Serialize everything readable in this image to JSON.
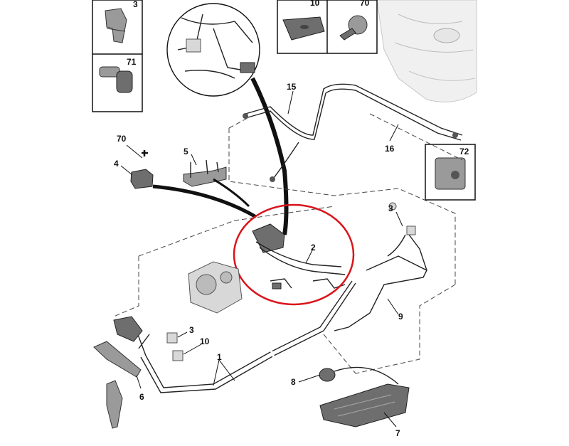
{
  "callouts": {
    "c1": "1",
    "c2": "2",
    "c3_top": "3",
    "c3_right": "3",
    "c3_left": "3",
    "c4": "4",
    "c5": "5",
    "c6": "6",
    "c7": "7",
    "c8": "8",
    "c9": "9",
    "c10_top": "10",
    "c10_left": "10",
    "c15": "15",
    "c16": "16",
    "c70_top": "70",
    "c70_left": "70",
    "c71": "71",
    "c72": "72"
  },
  "colors": {
    "highlight_circle": "#d9141b",
    "line": "#222222",
    "part_gray": "#9a9a9a"
  }
}
